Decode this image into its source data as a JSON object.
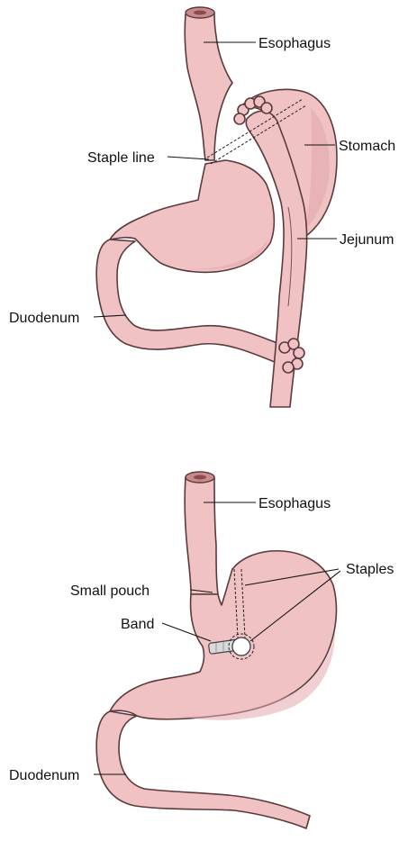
{
  "figure_top": {
    "labels": {
      "esophagus": "Esophagus",
      "stomach": "Stomach",
      "staple_line": "Staple line",
      "jejunum": "Jejunum",
      "duodenum": "Duodenum"
    }
  },
  "figure_bottom": {
    "labels": {
      "esophagus": "Esophagus",
      "staples": "Staples",
      "small_pouch": "Small pouch",
      "band": "Band",
      "duodenum": "Duodenum"
    }
  },
  "colors": {
    "organ_fill": "#f0c2c4",
    "organ_outline": "#5a3a3c",
    "text": "#111111"
  }
}
